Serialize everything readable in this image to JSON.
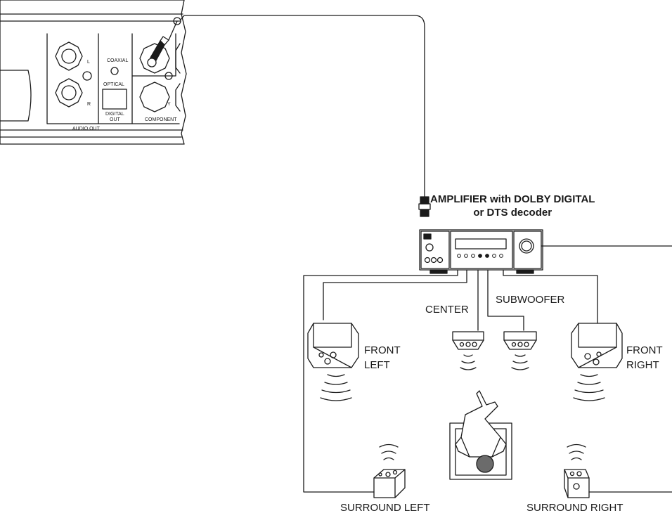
{
  "player_panel": {
    "coaxial": "COAXIAL",
    "optical": "OPTICAL",
    "digital_out_line1": "DIGITAL",
    "digital_out_line2": "OUT",
    "audio_out": "AUDIO OUT",
    "component": "COMPONENT",
    "left_channel": "L",
    "right_channel": "R",
    "y_channel": "Y"
  },
  "amplifier": {
    "title_line1": "AMPLIFIER with DOLBY DIGITAL",
    "title_line2": "or DTS decoder"
  },
  "speakers": {
    "front_left_line1": "FRONT",
    "front_left_line2": "LEFT",
    "front_right_line1": "FRONT",
    "front_right_line2": "RIGHT",
    "center": "CENTER",
    "subwoofer": "SUBWOOFER",
    "surround_left": "SURROUND LEFT",
    "surround_right": "SURROUND RIGHT"
  },
  "colors": {
    "ink": "#1a1a1a",
    "background": "#ffffff",
    "listener_head": "#6b6b6b"
  }
}
